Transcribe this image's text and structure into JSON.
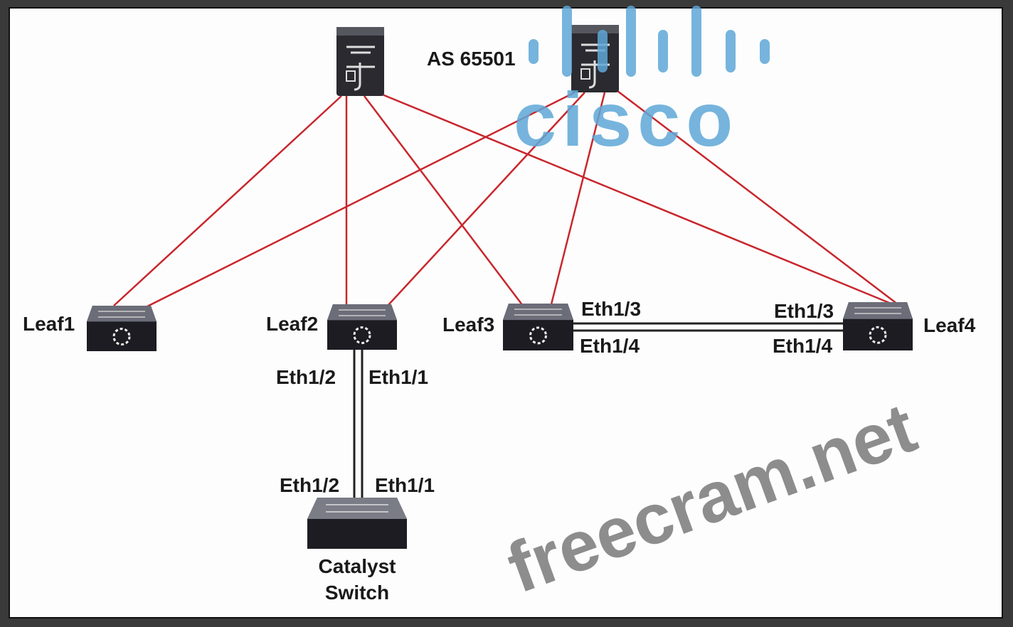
{
  "diagram": {
    "as_label": "AS 65501",
    "spines": [
      {
        "id": "spine1"
      },
      {
        "id": "spine2"
      }
    ],
    "leaves": [
      {
        "id": "leaf1",
        "label": "Leaf1"
      },
      {
        "id": "leaf2",
        "label": "Leaf2"
      },
      {
        "id": "leaf3",
        "label": "Leaf3"
      },
      {
        "id": "leaf4",
        "label": "Leaf4"
      }
    ],
    "catalyst": {
      "label_line1": "Catalyst",
      "label_line2": "Switch"
    },
    "uplinks": [
      [
        "spine1",
        "leaf1"
      ],
      [
        "spine1",
        "leaf2"
      ],
      [
        "spine1",
        "leaf3"
      ],
      [
        "spine1",
        "leaf4"
      ],
      [
        "spine2",
        "leaf1"
      ],
      [
        "spine2",
        "leaf2"
      ],
      [
        "spine2",
        "leaf3"
      ],
      [
        "spine2",
        "leaf4"
      ]
    ],
    "port_labels": {
      "leaf3_top": "Eth1/3",
      "leaf3_bottom": "Eth1/4",
      "leaf4_top": "Eth1/3",
      "leaf4_bottom": "Eth1/4",
      "leaf2_left": "Eth1/2",
      "leaf2_right": "Eth1/1",
      "cat_left": "Eth1/2",
      "cat_right": "Eth1/1"
    },
    "colors": {
      "uplink": "#c8262c",
      "peer_link": "#222222",
      "cisco_blue": "#5fa8d8"
    }
  },
  "watermarks": {
    "logo": "cisco",
    "site": "freecram.net"
  }
}
